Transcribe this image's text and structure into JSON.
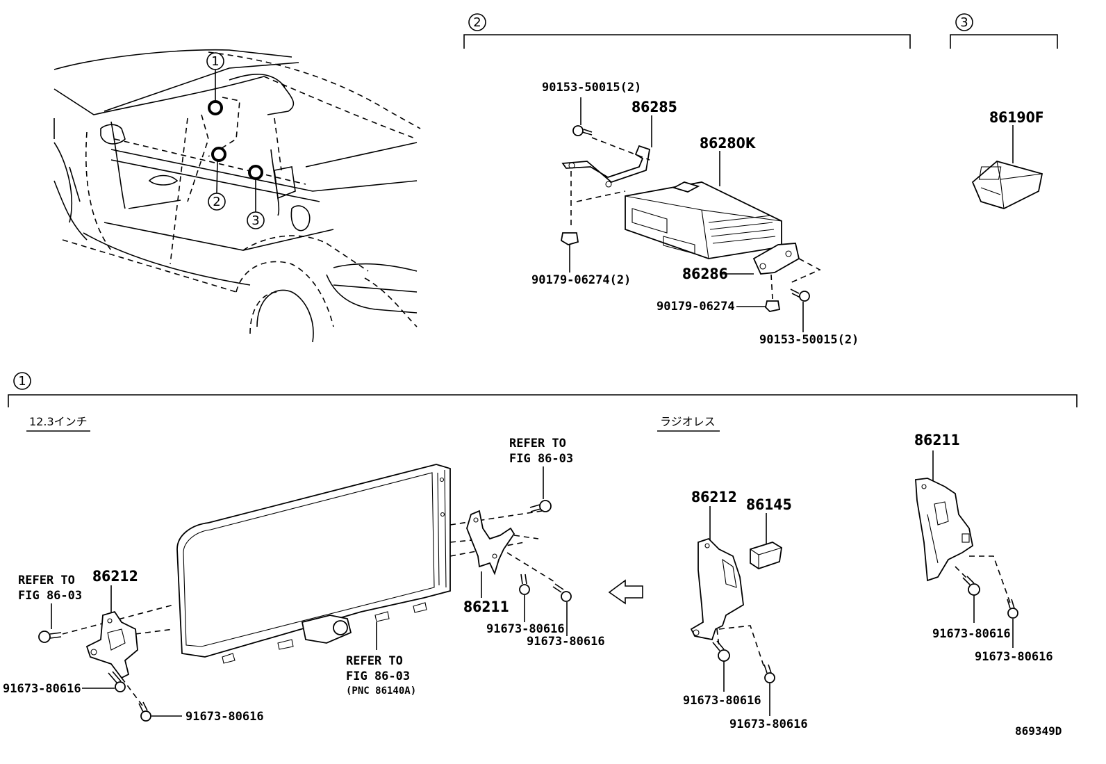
{
  "sections": {
    "s2_marker": "2",
    "s3_marker": "3",
    "s1_marker": "1",
    "sub_123": "12.3インチ",
    "sub_radioless": "ラジオレス"
  },
  "car_callouts": [
    "1",
    "2",
    "3"
  ],
  "labels": {
    "p90153_a": "90153-50015(2)",
    "p86285": "86285",
    "p86280K": "86280K",
    "p90179_a": "90179-06274(2)",
    "p86286": "86286",
    "p90179_b": "90179-06274",
    "p90153_b": "90153-50015(2)",
    "p86190F": "86190F",
    "refer1a": "REFER TO",
    "refer1b": "FIG 86-03",
    "p86212_left": "86212",
    "p91673_l1": "91673-80616",
    "p91673_l2": "91673-80616",
    "refer2a": "REFER TO",
    "refer2b": "FIG 86-03",
    "refer2c": "(PNC 86140A)",
    "refer3a": "REFER TO",
    "refer3b": "FIG 86-03",
    "p86211_mid": "86211",
    "p91673_m1": "91673-80616",
    "p91673_m2": "91673-80616",
    "p86212_right": "86212",
    "p86145": "86145",
    "p91673_r1": "91673-80616",
    "p91673_r2": "91673-80616",
    "p86211_right": "86211",
    "p91673_rr1": "91673-80616",
    "p91673_rr2": "91673-80616"
  },
  "figure_id": "869349D"
}
